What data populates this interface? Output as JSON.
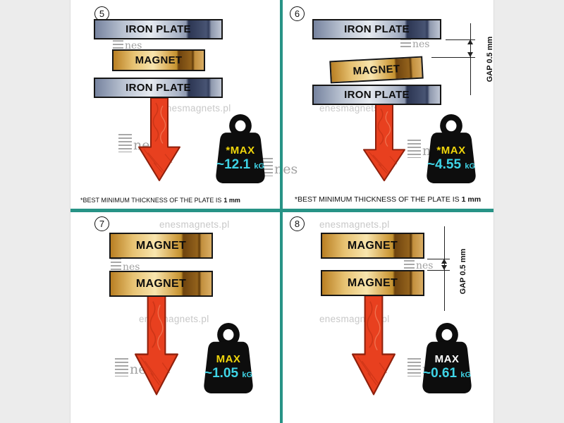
{
  "colors": {
    "divider_teal": "#279386",
    "arrow_red": "#e8401f",
    "weight_black": "#0d0d0d",
    "max_yellow": "#f0d60b",
    "max_white": "#ffffff",
    "value_cyan": "#3fd4e6",
    "iron_plate_steel": "#aab4c6",
    "magnet_gold": "#d9a94f",
    "watermark_gray": "#c8c8c8"
  },
  "watermark": {
    "site": "enesmagnets.pl",
    "logo": "nes"
  },
  "panels": {
    "p5": {
      "number": "5",
      "layer1": "IRON PLATE",
      "layer2": "MAGNET",
      "layer3": "IRON PLATE",
      "weight_max": "*MAX",
      "weight_value": "~12.1",
      "weight_unit": "kG",
      "footnote_main": "*BEST MINIMUM THICKNESS OF THE PLATE IS",
      "footnote_bold": "1 mm"
    },
    "p6": {
      "number": "6",
      "layer1": "IRON PLATE",
      "layer2": "MAGNET",
      "layer3": "IRON PLATE",
      "gap_label": "GAP  0.5 mm",
      "weight_max": "*MAX",
      "weight_value": "~4.55",
      "weight_unit": "kG",
      "footnote_main": "*BEST MINIMUM THICKNESS OF THE PLATE IS",
      "footnote_bold": "1 mm"
    },
    "p7": {
      "number": "7",
      "layer1": "MAGNET",
      "layer2": "MAGNET",
      "weight_max": "MAX",
      "weight_value": "~1.05",
      "weight_unit": "kG"
    },
    "p8": {
      "number": "8",
      "layer1": "MAGNET",
      "layer2": "MAGNET",
      "gap_label": "GAP  0.5 mm",
      "weight_max": "MAX",
      "weight_value": "~0.61",
      "weight_unit": "kG"
    }
  }
}
